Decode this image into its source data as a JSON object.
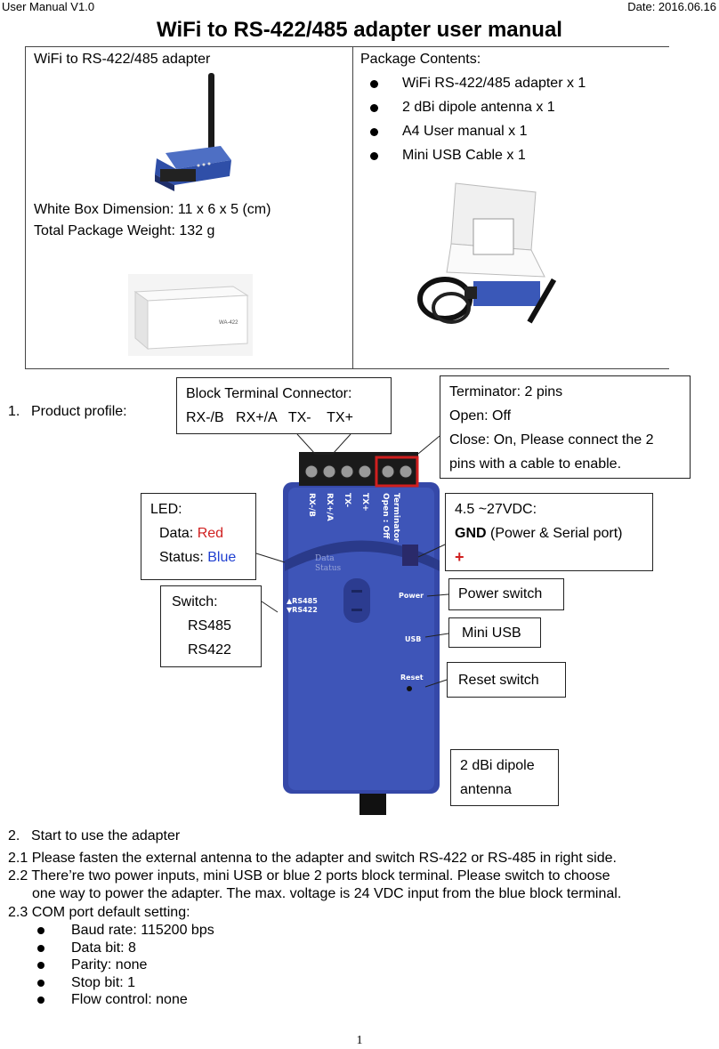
{
  "header": {
    "left": "User Manual V1.0",
    "right": "Date: 2016.06.16"
  },
  "title": "WiFi to RS-422/485 adapter user manual",
  "table": {
    "left_title": "WiFi to RS-422/485 adapter",
    "box_dimension": "White Box Dimension: 11 x 6 x 5 (cm)",
    "package_weight": "Total Package Weight: 132 g",
    "box_label": "WA-422",
    "contents_title": "Package Contents:",
    "contents": [
      "WiFi RS-422/485 adapter x 1",
      "2 dBi dipole antenna x 1",
      "A4 User manual x 1",
      "Mini USB Cable x 1"
    ]
  },
  "profile": {
    "label_num": "1.",
    "label": "Product profile:",
    "block_terminal": {
      "title": "Block Terminal Connector:",
      "pins": "RX-/B   RX+/A   TX-    TX+"
    },
    "terminator": {
      "l1": "Terminator: 2 pins",
      "l2": "Open: Off",
      "l3": "Close: On, Please connect the 2",
      "l4": "pins with a cable to enable."
    },
    "led": {
      "title": "LED:",
      "data_label": "Data: ",
      "data_value": "Red",
      "status_label": "Status: ",
      "status_value": "Blue"
    },
    "power_input": {
      "l1": "4.5 ~27VDC:",
      "gnd": "GND",
      "gnd_rest": " (Power & Serial port)",
      "plus": "+"
    },
    "switch": {
      "title": "Switch:",
      "o1": "RS485",
      "o2": "RS422"
    },
    "power_switch": "Power switch",
    "mini_usb": "Mini USB",
    "reset_switch": "Reset switch",
    "antenna": {
      "l1": "2 dBi dipole",
      "l2": "antenna"
    },
    "device_labels": {
      "pins": [
        "RX-/B",
        "RX+/A",
        "TX-",
        "TX+"
      ],
      "terminator": "Terminator",
      "open_off": "Open : Off",
      "data": "Data",
      "status": "Status",
      "rs485": "▲RS485",
      "rs422": "▼RS422",
      "power": "Power",
      "usb": "USB",
      "reset": "Reset"
    }
  },
  "start": {
    "heading_num": "2.",
    "heading": "Start to use the adapter",
    "p21": "2.1 Please fasten the external antenna to the adapter and switch RS-422 or RS-485 in right side.",
    "p22a": "2.2 There’re two power inputs, mini USB or blue 2 ports block terminal. Please switch to choose",
    "p22b": "one way to power the adapter. The max. voltage is 24 VDC input from the blue block terminal.",
    "p23": "2.3 COM port default setting:",
    "settings": [
      "Baud rate: 115200 bps",
      "Data bit: 8",
      "Parity: none",
      "Stop bit: 1",
      "Flow control: none"
    ]
  },
  "page_number": "1",
  "colors": {
    "red": "#d01f1f",
    "blue": "#1f3fd0",
    "device": "#3548a8"
  }
}
